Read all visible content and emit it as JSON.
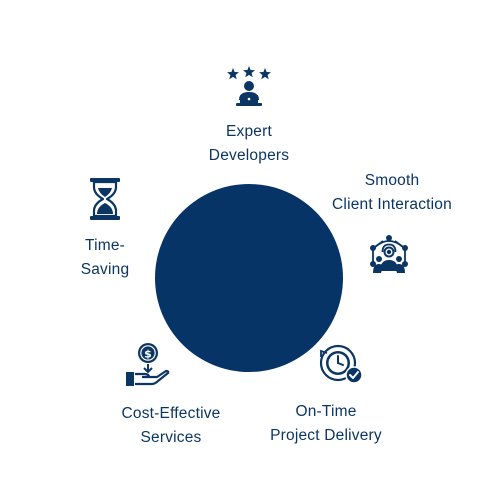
{
  "center": {
    "color": "#063466"
  },
  "colors": {
    "text": "#0b3563",
    "icon": "#0b3563"
  },
  "items": [
    {
      "icon": "expert-developer-icon",
      "line1": "Expert",
      "line2": "Developers"
    },
    {
      "icon": "client-network-icon",
      "line1": "Smooth",
      "line2": "Client Interaction"
    },
    {
      "icon": "clock-check-icon",
      "line1": "On-Time",
      "line2": "Project Delivery"
    },
    {
      "icon": "hand-coin-icon",
      "line1": "Cost-Effective",
      "line2": "Services"
    },
    {
      "icon": "hourglass-icon",
      "line1": "Time-",
      "line2": "Saving"
    }
  ]
}
